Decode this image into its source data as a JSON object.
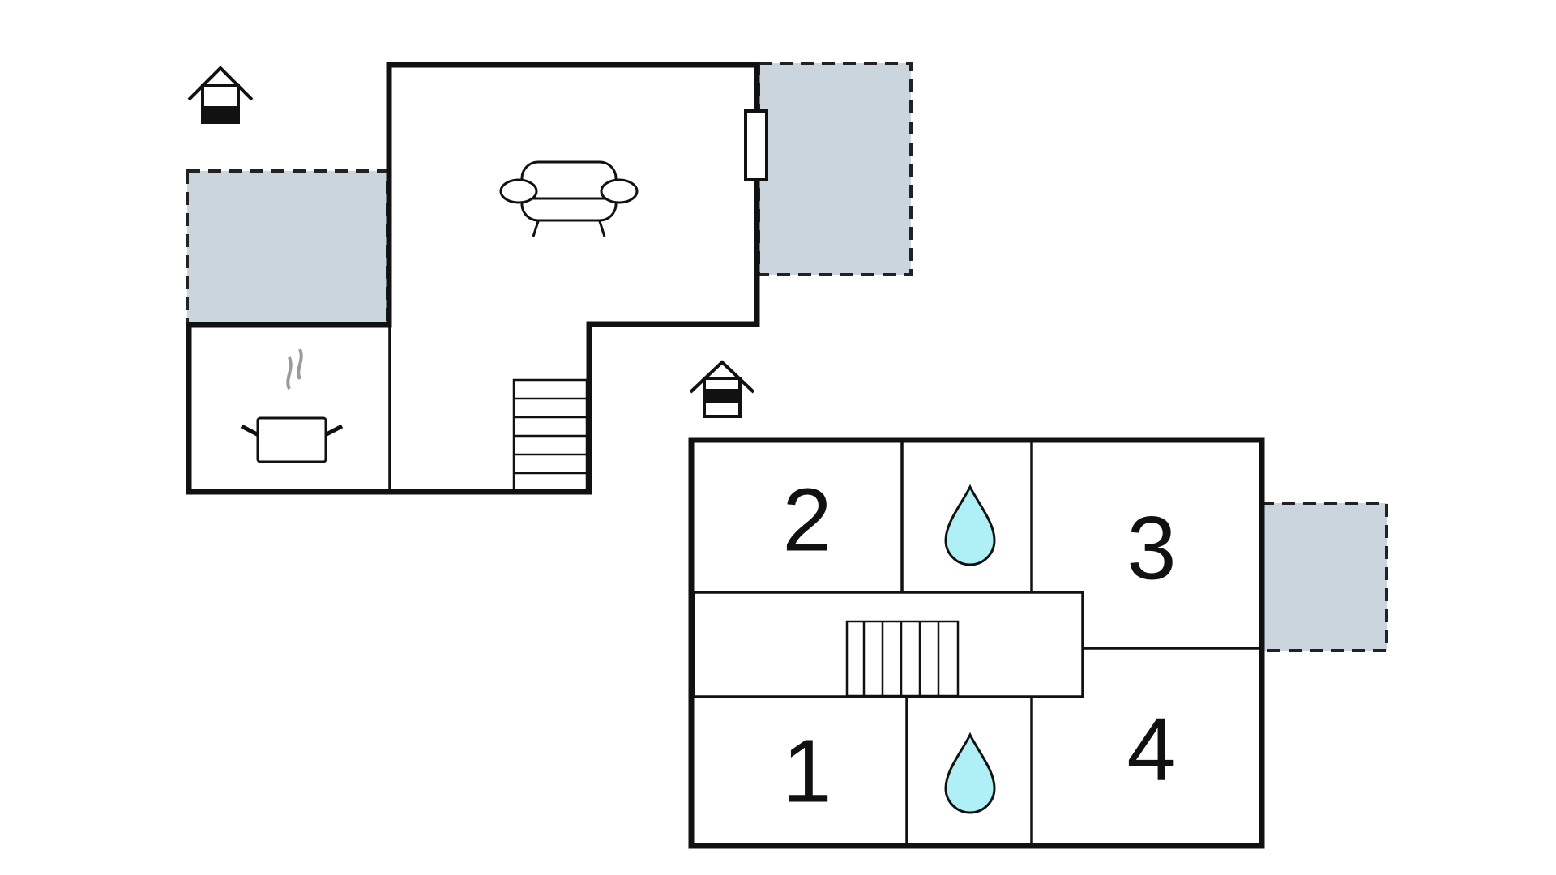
{
  "floors": [
    {
      "name": "ground-floor",
      "rooms": [
        {
          "type": "kitchen",
          "icon": "cooking-pot-icon"
        },
        {
          "type": "living-room",
          "icon": "sofa-icon"
        },
        {
          "type": "stairs",
          "icon": "stairs-icon"
        }
      ],
      "terraces": 2,
      "level_icon": "house-ground-floor-icon"
    },
    {
      "name": "upper-floor",
      "rooms": [
        {
          "type": "bedroom",
          "label": "2"
        },
        {
          "type": "bathroom",
          "icon": "water-drop-icon"
        },
        {
          "type": "bedroom",
          "label": "3"
        },
        {
          "type": "hallway",
          "icon": "stairs-icon"
        },
        {
          "type": "bedroom",
          "label": "1"
        },
        {
          "type": "bathroom",
          "icon": "water-drop-icon"
        },
        {
          "type": "bedroom",
          "label": "4"
        }
      ],
      "terraces": 1,
      "level_icon": "house-upper-floor-icon"
    }
  ],
  "room_labels": {
    "bedroom_1": "1",
    "bedroom_2": "2",
    "bedroom_3": "3",
    "bedroom_4": "4"
  },
  "colors": {
    "terrace_fill": "#cbd5de",
    "wall": "#111111",
    "water_fill": "#aef0f6",
    "steam": "#9a9a9a"
  }
}
